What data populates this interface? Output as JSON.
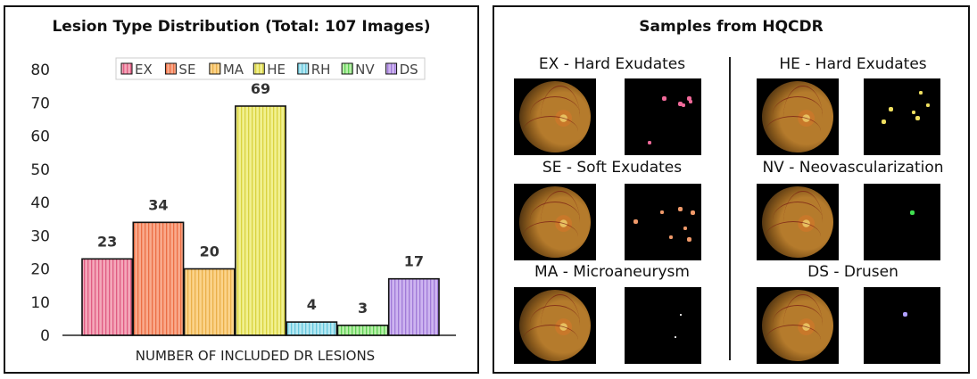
{
  "left_panel": {
    "title": "Lesion Type Distribution (Total: 107 Images)"
  },
  "chart_data": {
    "type": "bar",
    "title": "Lesion Type Distribution (Total: 107 Images)",
    "xlabel": "NUMBER OF INCLUDED DR LESIONS",
    "ylabel": "",
    "categories": [
      "EX",
      "SE",
      "MA",
      "HE",
      "RH",
      "NV",
      "DS"
    ],
    "values": [
      23,
      34,
      20,
      69,
      4,
      3,
      17
    ],
    "data_labels": [
      "23",
      "34",
      "20",
      "69",
      "4",
      "3",
      "17"
    ],
    "ylim": [
      0,
      80
    ],
    "yticks": [
      "0",
      "10",
      "20",
      "30",
      "40",
      "50",
      "60",
      "70",
      "80"
    ],
    "colors": [
      "#f4a7b9",
      "#f9a98b",
      "#fbd38a",
      "#f1f08f",
      "#b5e8f2",
      "#b7f0a8",
      "#cdb4f0"
    ],
    "stroke_colors": [
      "#e05c83",
      "#ec6f45",
      "#eab04a",
      "#d9d240",
      "#67c6dc",
      "#5fcf55",
      "#a07ad8"
    ],
    "legend": {
      "placement": "top-center",
      "entries": [
        "EX",
        "SE",
        "MA",
        "HE",
        "RH",
        "NV",
        "DS"
      ]
    },
    "grid": false
  },
  "right_panel": {
    "title": "Samples from HQCDR",
    "samples": [
      {
        "label": "EX - Hard Exudates",
        "lesion_color": "#f06a9a"
      },
      {
        "label": "SE - Soft Exudates",
        "lesion_color": "#f09a6a"
      },
      {
        "label": "MA - Microaneurysm",
        "lesion_color": "#ffffff"
      },
      {
        "label": "HE - Hard Exudates",
        "lesion_color": "#f0e060"
      },
      {
        "label": "NV - Neovascularization",
        "lesion_color": "#40e050"
      },
      {
        "label": "DS - Drusen",
        "lesion_color": "#b0a0ff"
      }
    ]
  }
}
